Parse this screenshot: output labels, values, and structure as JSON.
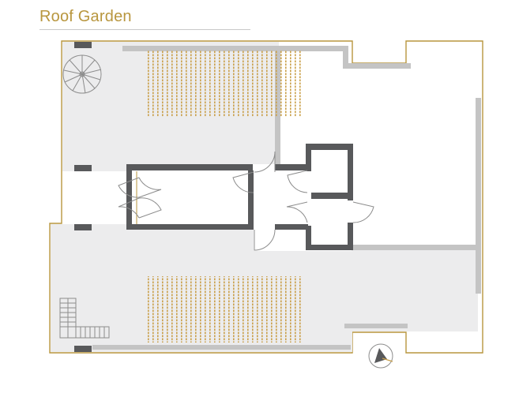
{
  "title": "Roof Garden",
  "colors": {
    "accent": "#b8963e",
    "outline": "#b8963e",
    "terrace_fill": "#ececed",
    "parapet": "#c4c4c4",
    "core_wall": "#58595b",
    "planter_dots": "#c9a04a",
    "door_line": "#8c8c8c"
  },
  "elements": [
    {
      "name": "spiral-stair",
      "icon": "spiral-staircase-icon"
    },
    {
      "name": "straight-stair",
      "icon": "straight-staircase-icon"
    },
    {
      "name": "planter-upper",
      "icon": "planter-bed-icon"
    },
    {
      "name": "planter-lower",
      "icon": "planter-bed-icon"
    },
    {
      "name": "double-swing-door",
      "icon": "double-door-icon"
    },
    {
      "name": "north-arrow",
      "icon": "compass-north-icon"
    }
  ]
}
